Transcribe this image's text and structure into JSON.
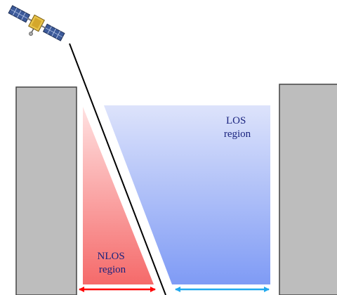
{
  "diagram": {
    "los_label": [
      "LOS",
      "region"
    ],
    "nlos_label": [
      "NLOS",
      "region"
    ]
  },
  "colors": {
    "building_fill": "#bdbdbd",
    "building_stroke": "#444444",
    "los_top": "#dde3fb",
    "los_bottom": "#7f9bf5",
    "nlos_top": "#ffe1e1",
    "nlos_bottom": "#f56a6a",
    "nlos_arrow": "#ff0000",
    "los_arrow": "#22aaee",
    "signal_line": "#000000",
    "label_text": "#1a237e"
  },
  "icons": {
    "satellite": "satellite-icon"
  }
}
